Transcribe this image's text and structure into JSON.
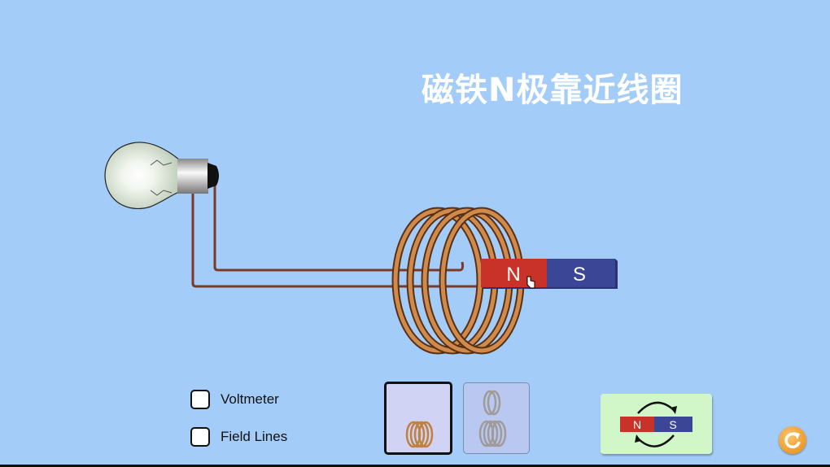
{
  "title": "磁铁N极靠近线圈",
  "magnet": {
    "north_label": "N",
    "south_label": "S"
  },
  "controls": {
    "voltmeter_label": "Voltmeter",
    "voltmeter_checked": false,
    "field_lines_label": "Field Lines",
    "field_lines_checked": false
  },
  "flip_button": {
    "north_label": "N",
    "south_label": "S"
  },
  "colors": {
    "background": "#a3cdf8",
    "north": "#c83228",
    "south": "#3c4696",
    "copper": "#c07a3e"
  }
}
